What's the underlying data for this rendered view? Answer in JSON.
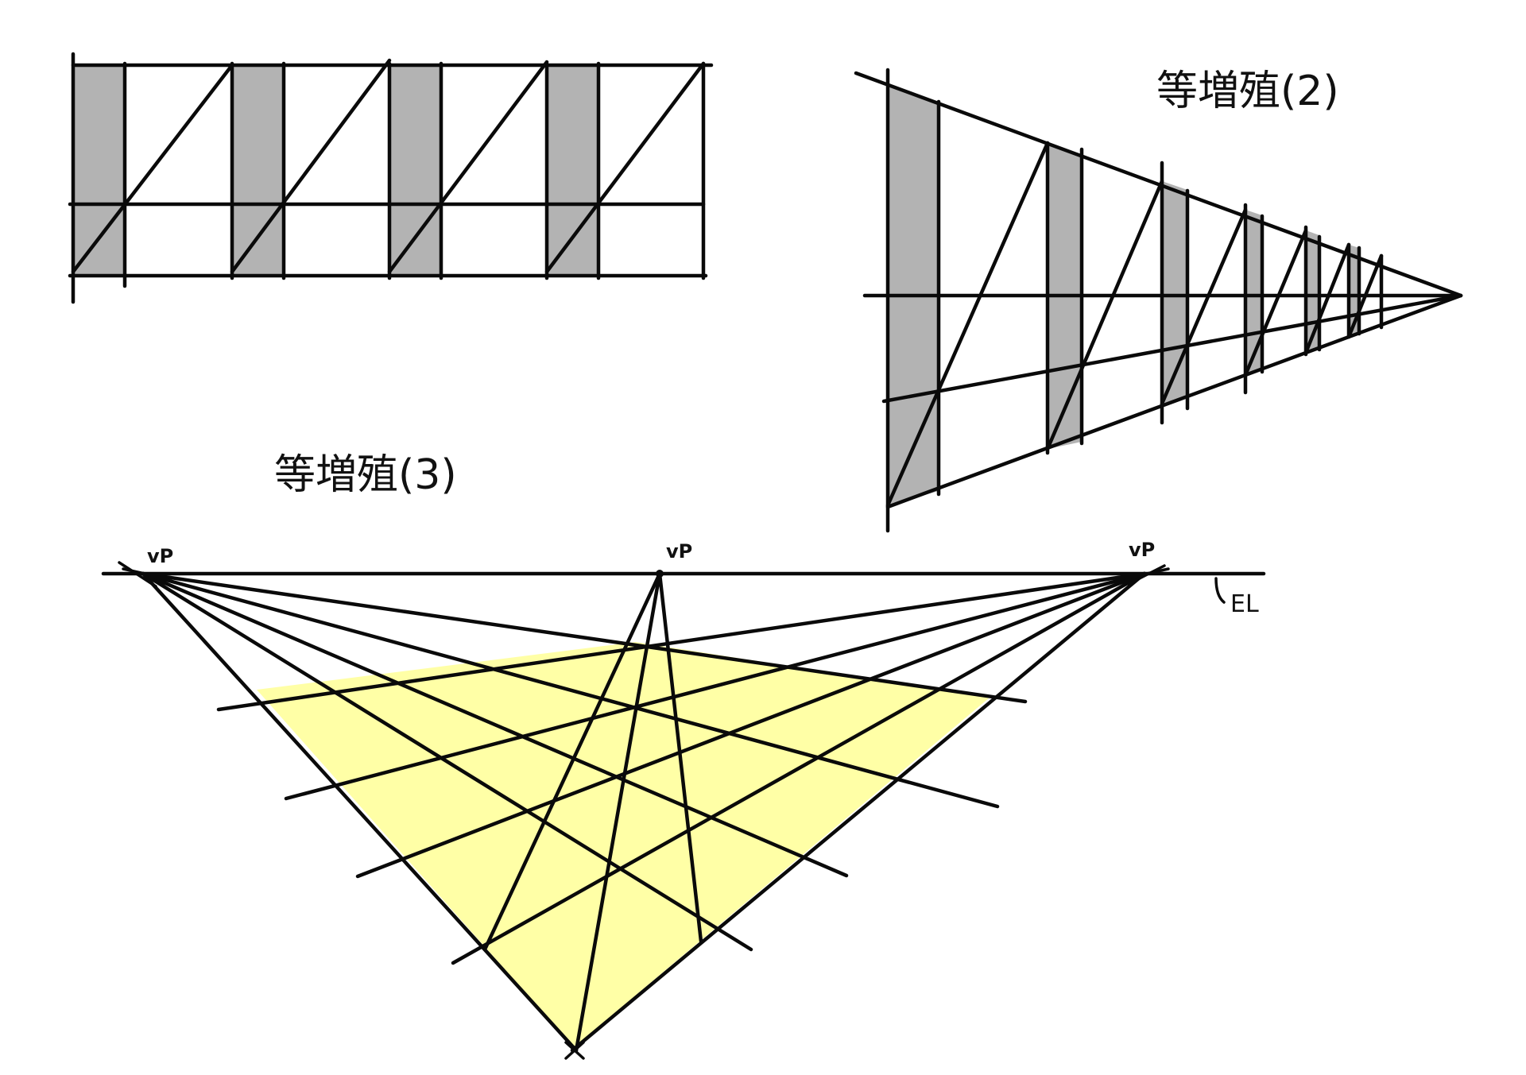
{
  "titles": {
    "figure2": "等増殖(2)",
    "figure3": "等増殖(3)"
  },
  "labels": {
    "vp_left": "vP",
    "vp_center": "vP",
    "vp_right": "vP",
    "eye_level": "EL"
  },
  "colors": {
    "shade_gray": "#b3b3b3",
    "floor_yellow": "#ffffa6",
    "line": "#0a0a0a"
  }
}
